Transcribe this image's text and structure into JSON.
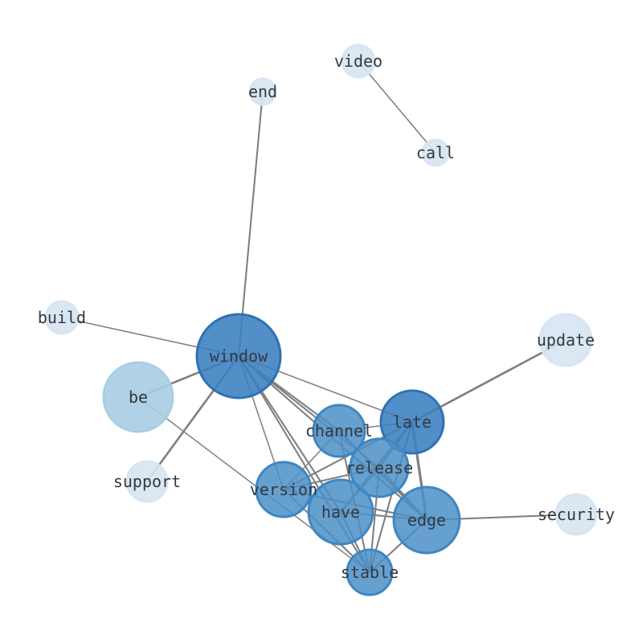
{
  "graph": {
    "colors": {
      "dark": "#3a7ebf",
      "medium": "#4b8fc7",
      "light": "#a9cde3",
      "pale": "#d8e4f3",
      "edge": "#808080"
    },
    "nodes": [
      {
        "id": "window",
        "label": "window",
        "tone": "dark"
      },
      {
        "id": "late",
        "label": "late",
        "tone": "dark"
      },
      {
        "id": "edge",
        "label": "edge",
        "tone": "medium"
      },
      {
        "id": "have",
        "label": "have",
        "tone": "medium"
      },
      {
        "id": "release",
        "label": "release",
        "tone": "medium"
      },
      {
        "id": "channel",
        "label": "channel",
        "tone": "medium"
      },
      {
        "id": "version",
        "label": "version",
        "tone": "medium"
      },
      {
        "id": "stable",
        "label": "stable",
        "tone": "medium"
      },
      {
        "id": "be",
        "label": "be",
        "tone": "light"
      },
      {
        "id": "update",
        "label": "update",
        "tone": "pale"
      },
      {
        "id": "support",
        "label": "support",
        "tone": "pale"
      },
      {
        "id": "security",
        "label": "security",
        "tone": "pale"
      },
      {
        "id": "build",
        "label": "build",
        "tone": "pale"
      },
      {
        "id": "end",
        "label": "end",
        "tone": "pale"
      },
      {
        "id": "video",
        "label": "video",
        "tone": "pale"
      },
      {
        "id": "call",
        "label": "call",
        "tone": "pale"
      }
    ],
    "edges": [
      {
        "source": "window",
        "target": "end",
        "weight": 2
      },
      {
        "source": "window",
        "target": "build",
        "weight": 1
      },
      {
        "source": "window",
        "target": "be",
        "weight": 3
      },
      {
        "source": "window",
        "target": "support",
        "weight": 3
      },
      {
        "source": "window",
        "target": "late",
        "weight": 1
      },
      {
        "source": "window",
        "target": "channel",
        "weight": 2
      },
      {
        "source": "window",
        "target": "release",
        "weight": 2
      },
      {
        "source": "window",
        "target": "version",
        "weight": 1
      },
      {
        "source": "window",
        "target": "edge",
        "weight": 2
      },
      {
        "source": "window",
        "target": "have",
        "weight": 2
      },
      {
        "source": "window",
        "target": "stable",
        "weight": 2
      },
      {
        "source": "video",
        "target": "call",
        "weight": 1
      },
      {
        "source": "be",
        "target": "stable",
        "weight": 1
      },
      {
        "source": "late",
        "target": "update",
        "weight": 3
      },
      {
        "source": "late",
        "target": "channel",
        "weight": 1
      },
      {
        "source": "late",
        "target": "release",
        "weight": 2
      },
      {
        "source": "late",
        "target": "edge",
        "weight": 4
      },
      {
        "source": "late",
        "target": "have",
        "weight": 3
      },
      {
        "source": "late",
        "target": "version",
        "weight": 2
      },
      {
        "source": "late",
        "target": "stable",
        "weight": 2
      },
      {
        "source": "channel",
        "target": "edge",
        "weight": 3
      },
      {
        "source": "channel",
        "target": "version",
        "weight": 1
      },
      {
        "source": "channel",
        "target": "stable",
        "weight": 2
      },
      {
        "source": "release",
        "target": "edge",
        "weight": 2
      },
      {
        "source": "release",
        "target": "have",
        "weight": 2
      },
      {
        "source": "release",
        "target": "version",
        "weight": 2
      },
      {
        "source": "release",
        "target": "stable",
        "weight": 2
      },
      {
        "source": "edge",
        "target": "security",
        "weight": 2
      },
      {
        "source": "edge",
        "target": "version",
        "weight": 2
      },
      {
        "source": "edge",
        "target": "have",
        "weight": 2
      },
      {
        "source": "edge",
        "target": "stable",
        "weight": 2
      },
      {
        "source": "have",
        "target": "stable",
        "weight": 2
      },
      {
        "source": "version",
        "target": "stable",
        "weight": 2
      }
    ]
  }
}
